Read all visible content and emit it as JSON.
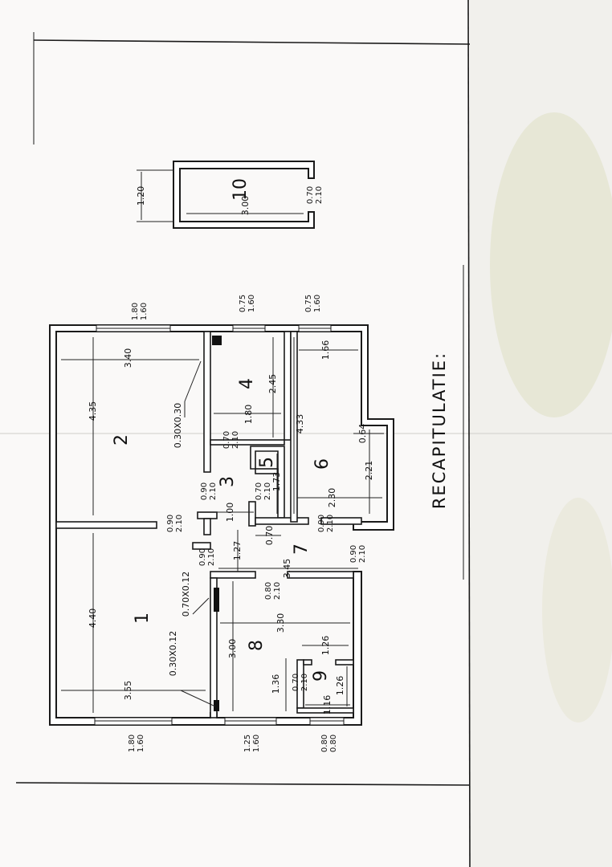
{
  "recap_title": "RECAPITULATIE:",
  "rooms": {
    "r1": "1",
    "r2": "2",
    "r3": "3",
    "r4": "4",
    "r5": "5",
    "r6": "6",
    "r7": "7",
    "r8": "8",
    "r9": "9",
    "r10": "10"
  },
  "dimensions": {
    "r10_length": "3.00",
    "r10_width": "1.20",
    "r2_length": "3.40",
    "r2_width": "4.35",
    "r4_length": "1.80",
    "r4_width": "2.45",
    "r6_length": "1.66",
    "r6_width": "4.33",
    "r6_niche": "0.64",
    "r6_bottom": "2.30",
    "r6_niche_depth": "2.21",
    "r3_width": "1.73",
    "r3_length": "1.00",
    "r5_length": "0.70",
    "r7_length": "3.45",
    "r7_width": "1.27",
    "r1_width": "4.40",
    "r1_length": "3.55",
    "r8_length": "3.30",
    "r8_width": "3.00",
    "r8_side": "1.36",
    "r9_top": "1.26",
    "r9_width": "1.26",
    "r9_bottom": "1.16",
    "pillar_top": "0.30X0.30",
    "pillar_mid": "0.70X0.12",
    "pillar_bottom": "0.30X0.12"
  },
  "openings": {
    "r10_door": "0.70\n2.10",
    "win_r2": "1.80\n1.60",
    "win_r4": "0.75\n1.60",
    "win_r6": "0.75\n1.60",
    "door_r4": "0.70\n2.10",
    "door_r3": "0.90\n2.10",
    "door_r5": "0.70\n2.10",
    "door_r2": "0.90\n2.10",
    "door_r6": "0.90\n2.10",
    "door_r1": "0.90\n2.10",
    "door_r7": "0.90\n2.10",
    "door_r8": "0.80\n2.10",
    "door_r9": "0.70\n2.10",
    "win_r1": "1.80\n1.60",
    "win_r8": "1.25\n1.60",
    "win_r9": "0.80\n0.80"
  }
}
